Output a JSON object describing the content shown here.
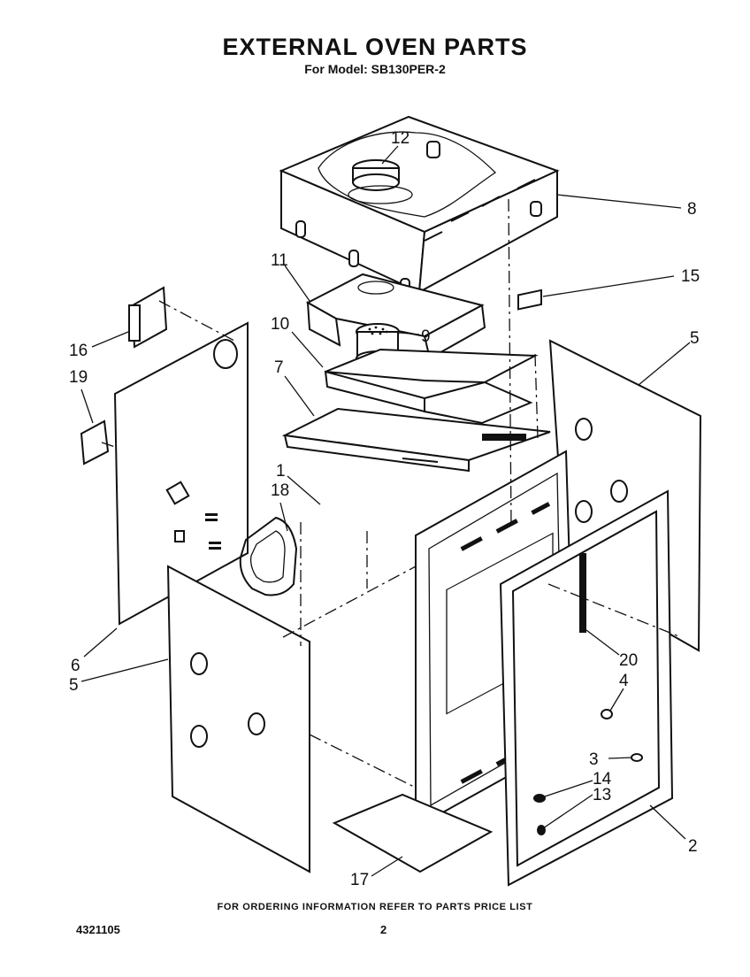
{
  "header": {
    "title": "EXTERNAL OVEN PARTS",
    "subtitle": "For Model: SB130PER-2"
  },
  "callouts": [
    {
      "id": "12",
      "label": "12"
    },
    {
      "id": "8",
      "label": "8"
    },
    {
      "id": "11",
      "label": "11"
    },
    {
      "id": "15",
      "label": "15"
    },
    {
      "id": "10",
      "label": "10"
    },
    {
      "id": "9",
      "label": "9"
    },
    {
      "id": "5a",
      "label": "5"
    },
    {
      "id": "16",
      "label": "16"
    },
    {
      "id": "7",
      "label": "7"
    },
    {
      "id": "19",
      "label": "19"
    },
    {
      "id": "1",
      "label": "1"
    },
    {
      "id": "18",
      "label": "18"
    },
    {
      "id": "20",
      "label": "20"
    },
    {
      "id": "6",
      "label": "6"
    },
    {
      "id": "5b",
      "label": "5"
    },
    {
      "id": "4",
      "label": "4"
    },
    {
      "id": "3",
      "label": "3"
    },
    {
      "id": "14",
      "label": "14"
    },
    {
      "id": "13",
      "label": "13"
    },
    {
      "id": "2",
      "label": "2"
    },
    {
      "id": "17",
      "label": "17"
    }
  ],
  "footer": {
    "ordering_note": "FOR ORDERING INFORMATION REFER TO PARTS PRICE LIST",
    "document_number": "4321105",
    "page_number": "2"
  }
}
